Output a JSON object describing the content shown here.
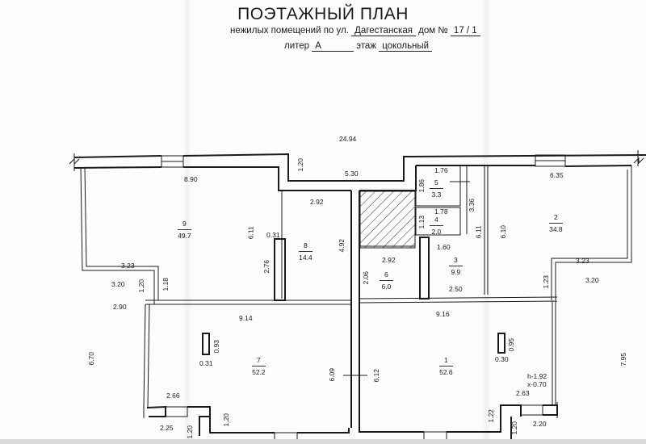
{
  "header": {
    "title": "ПОЭТАЖНЫЙ ПЛАН",
    "subtitle_prefix": "нежилых помещений по ул.",
    "street": "Дагестанская",
    "house_label": "дом №",
    "house_number": "17 / 1",
    "liter_label": "литер",
    "liter": "А",
    "floor_label": "этаж",
    "floor": "цокольный"
  },
  "overall_dimension": "24.94",
  "rooms": [
    {
      "number": "1",
      "area": "52.6"
    },
    {
      "number": "2",
      "area": "34.8"
    },
    {
      "number": "3",
      "area": "9.9"
    },
    {
      "number": "4",
      "area": "2.0"
    },
    {
      "number": "5",
      "area": "3.3"
    },
    {
      "number": "6",
      "area": "6.0"
    },
    {
      "number": "7",
      "area": "52.2"
    },
    {
      "number": "8",
      "area": "14.4"
    },
    {
      "number": "9",
      "area": "49.7"
    }
  ],
  "dimensions": {
    "d_1_20_top": "1.20",
    "d_5_30": "5.30",
    "d_8_90": "8.90",
    "d_6_35": "6.35",
    "d_2_92_r8": "2.92",
    "d_6_11_left": "6.11",
    "d_0_31_col": "0.31",
    "d_2_76": "2.76",
    "d_4_92": "4.92",
    "d_3_23_left": "3.23",
    "d_3_20_left": "3.20",
    "d_1_20_left": "1.20",
    "d_1_18": "1.18",
    "d_2_90": "2.90",
    "d_1_76": "1.76",
    "d_1_86": "1.86",
    "d_1_78": "1.78",
    "d_1_13": "1.13",
    "d_3_36": "3.36",
    "d_6_11_right": "6.11",
    "d_6_10": "6.10",
    "d_2_92_r6": "2.92",
    "d_2_06": "2.06",
    "d_1_60": "1.60",
    "d_2_50": "2.50",
    "d_3_23_right": "3.23",
    "d_3_20_right": "3.20",
    "d_1_23": "1.23",
    "d_9_14": "9.14",
    "d_9_16": "9.16",
    "d_0_93": "0.93",
    "d_0_31_r7": "0.31",
    "d_6_70": "6.70",
    "d_6_09": "6.09",
    "d_6_12": "6.12",
    "d_0_95": "0.95",
    "d_0_30": "0.30",
    "d_7_95": "7.95",
    "d_h": "h-1.92",
    "d_x": "x-0.70",
    "d_2_66": "2.66",
    "d_2_25": "2.25",
    "d_1_20_b1": "1.20",
    "d_1_20_b2": "1.20",
    "d_1_22": "1.22",
    "d_2_63": "2.63",
    "d_2_20": "2.20",
    "d_1_20_b3": "1.20"
  }
}
